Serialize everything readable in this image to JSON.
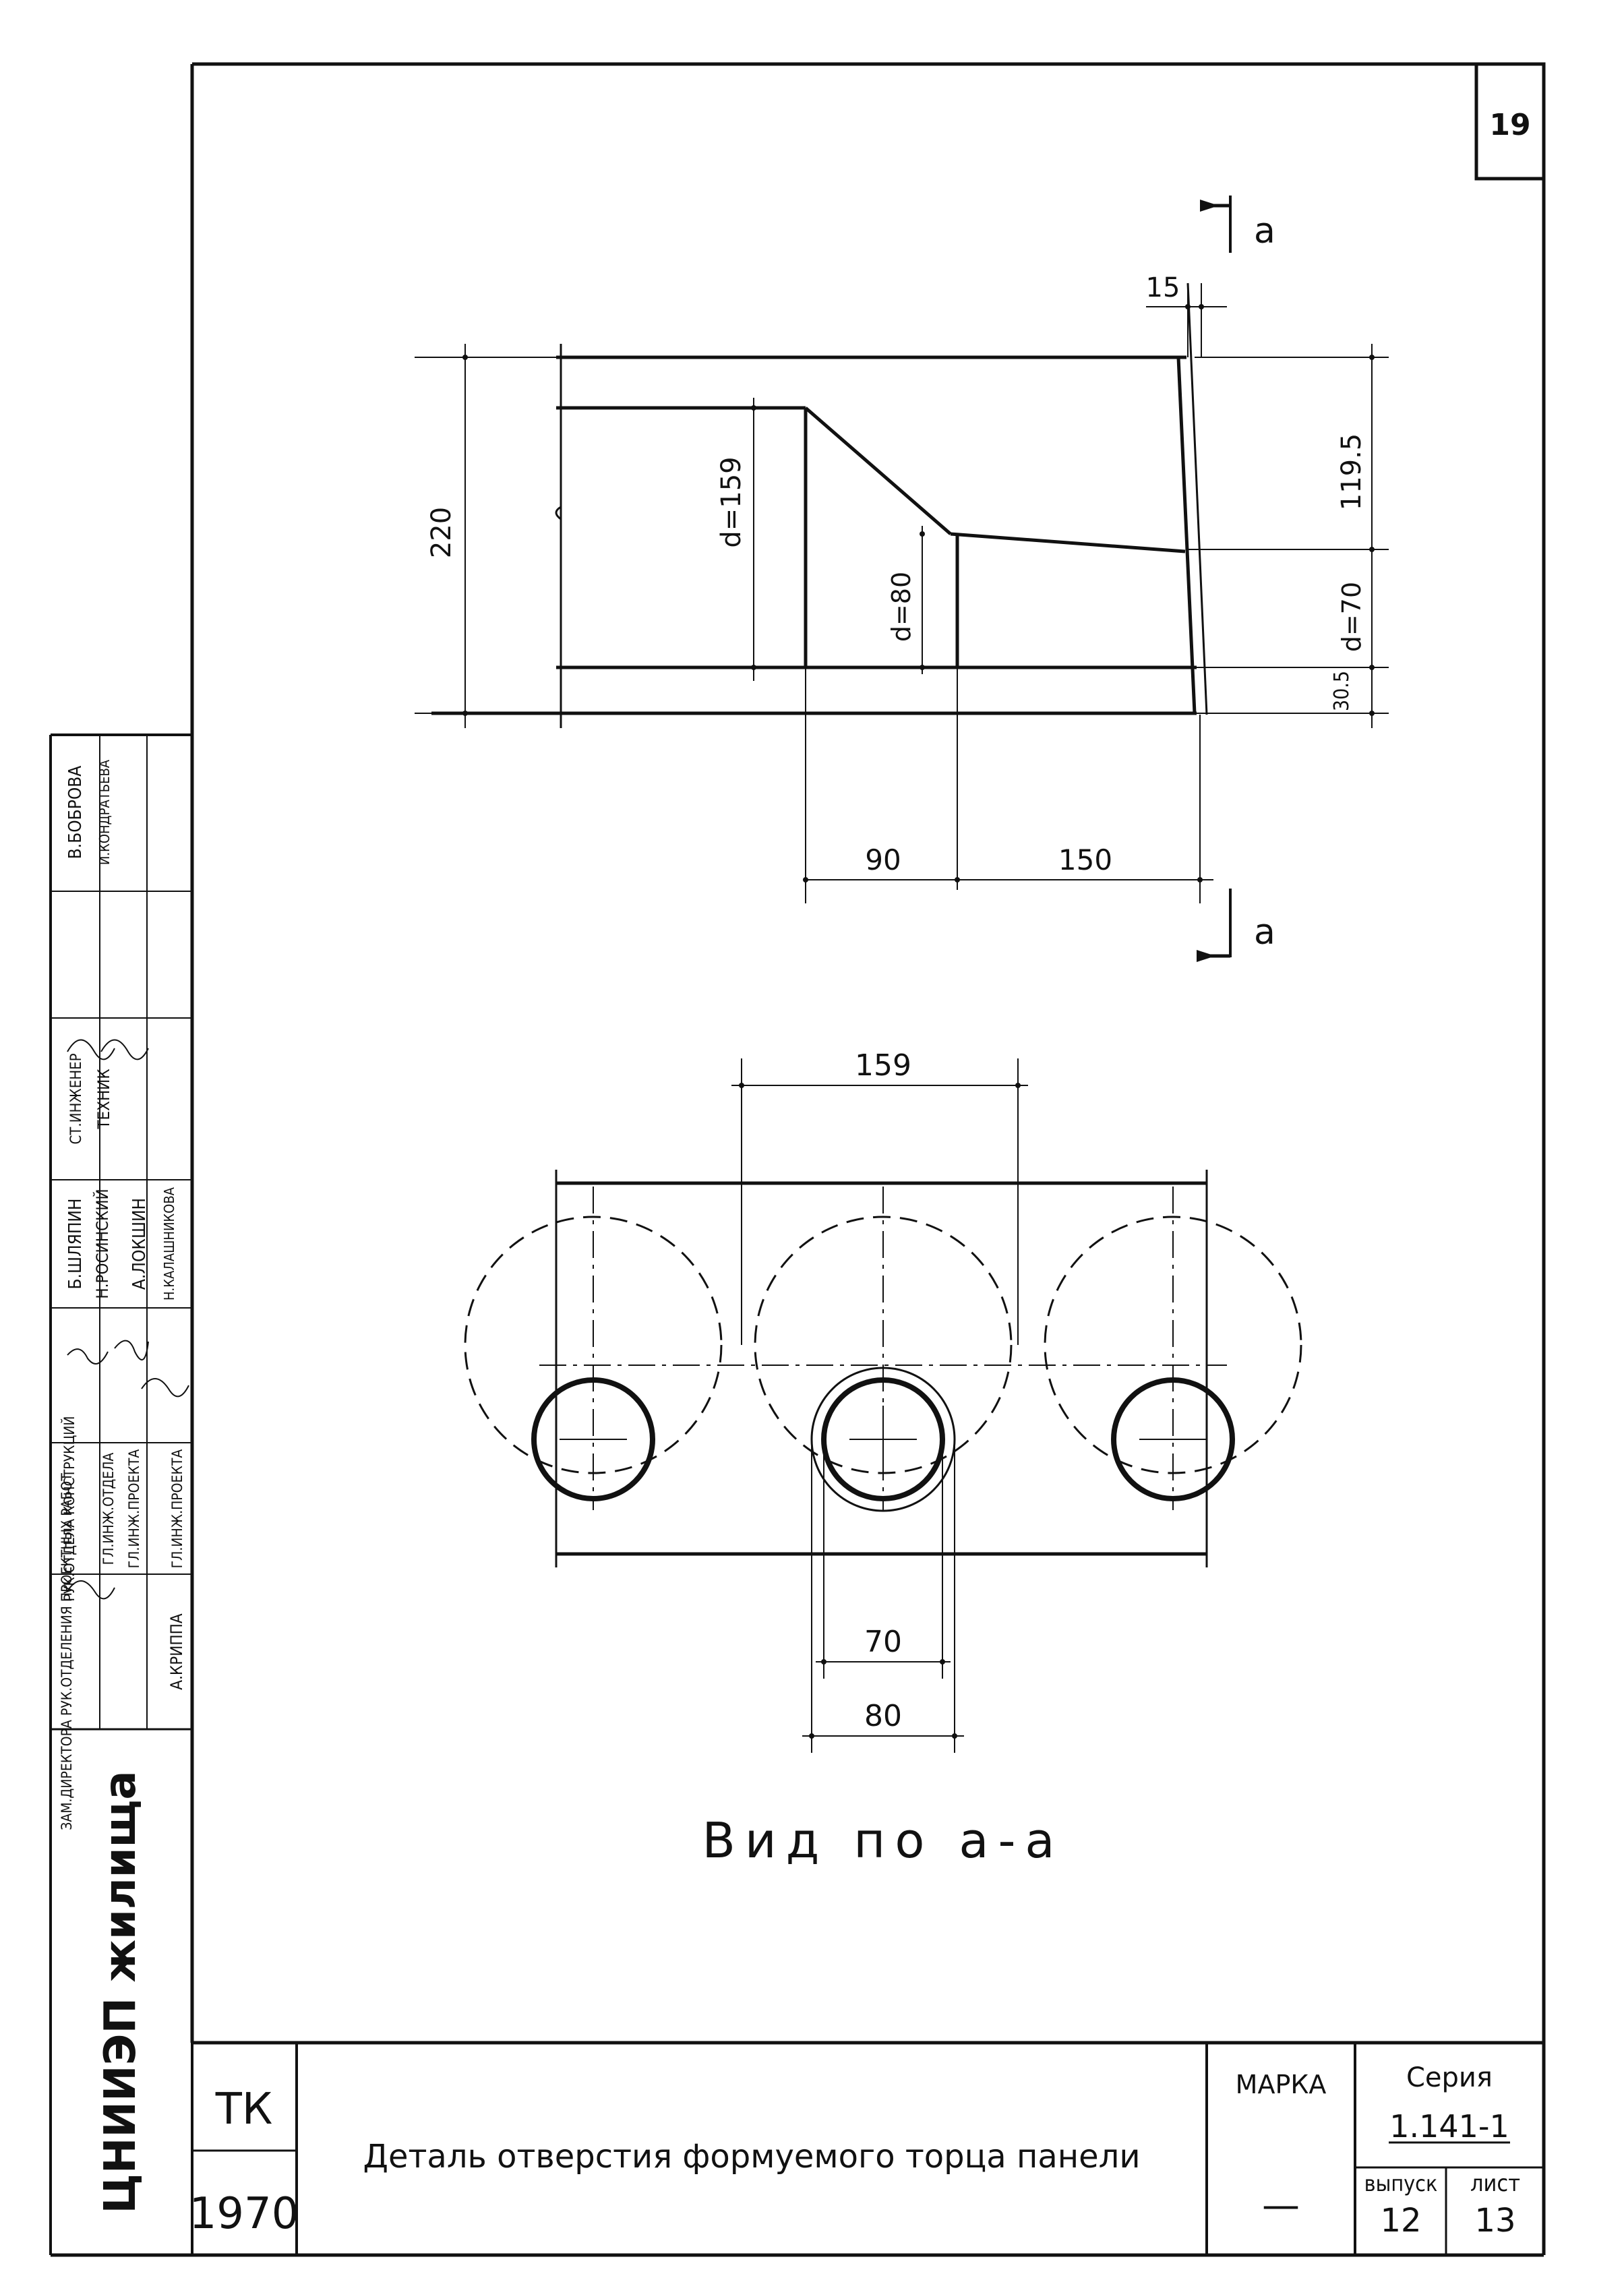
{
  "sheet_number": "19",
  "section": {
    "marker_top": "a",
    "marker_bottom": "a",
    "dim_15": "15",
    "dim_220": "220",
    "dim_d159": "d=159",
    "dim_d80": "d=80",
    "dim_1195": "119.5",
    "dim_d70": "d=70",
    "dim_305": "30.5",
    "dim_90": "90",
    "dim_150": "150"
  },
  "view": {
    "dim_159": "159",
    "dim_70": "70",
    "dim_80": "80",
    "caption": "Вид по а-а"
  },
  "org": {
    "name": "ЦНИИЭП жилища"
  },
  "signatures": {
    "columns": [
      {
        "role": "ЗАМ.ДИРЕКТОРА РУК.ОТДЕЛЕНИЯ ПРОЕКТНЫХ РАБОТ",
        "person": "А.КРИППА"
      },
      {
        "role": "РУК.ОТДЕЛА КОНСТРУКЦИЙ",
        "person": ""
      },
      {
        "role": "ГЛ.ИНЖ.ОТДЕЛА",
        "person": ""
      },
      {
        "role": "ГЛ.ИНЖ.ПРОЕКТА",
        "person": ""
      },
      {
        "role": "ГЛ.ИНЖ.ПРОЕКТА",
        "person": ""
      },
      {
        "role": "",
        "person": "Б.ШЛЯПИН"
      },
      {
        "role": "",
        "person": "Н.РОСИНСКИЙ"
      },
      {
        "role": "",
        "person": "А.ЛОКШИН"
      },
      {
        "role": "",
        "person": "Н.КАЛАШНИКОВА"
      },
      {
        "role": "СТ.ИНЖЕНЕР",
        "person": "В.БОБРОВА"
      },
      {
        "role": "ТЕХНИК",
        "person": "И.КОНДРАТЬЕВА"
      }
    ]
  },
  "title_block": {
    "code": "ТК",
    "year": "1970",
    "title": "Деталь отверстия формуемого торца панели",
    "marka_label": "МАРКА",
    "marka_value": "—",
    "series_label": "Серия",
    "series_value": "1.141-1",
    "issue_label": "выпуск",
    "issue_value": "12",
    "sheet_label": "лист",
    "sheet_value": "13"
  }
}
